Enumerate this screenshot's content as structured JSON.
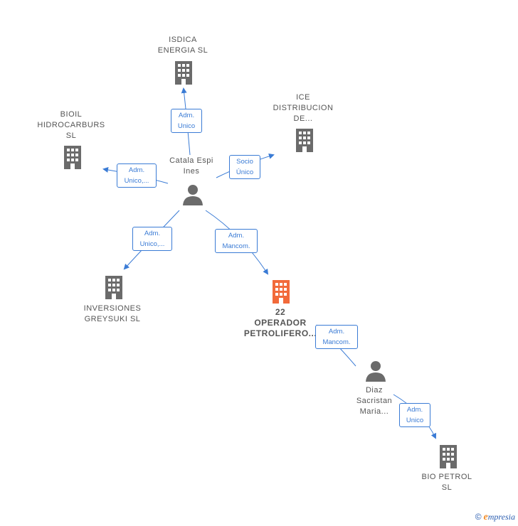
{
  "nodes": {
    "isdica": {
      "line1": "ISDICA",
      "line2": "ENERGIA  SL"
    },
    "ice": {
      "line1": "ICE",
      "line2": "DISTRIBUCION",
      "line3": "DE..."
    },
    "bioil": {
      "line1": "BIOIL",
      "line2": "HIDROCARBURS",
      "line3": "SL"
    },
    "catala": {
      "line1": "Catala Espi",
      "line2": "Ines"
    },
    "inversiones": {
      "line1": "INVERSIONES",
      "line2": "GREYSUKI  SL"
    },
    "operador": {
      "line1": "22",
      "line2": "OPERADOR",
      "line3": "PETROLIFERO..."
    },
    "diaz": {
      "line1": "Diaz",
      "line2": "Sacristan",
      "line3": "Maria..."
    },
    "biopetrol": {
      "line1": "BIO PETROL",
      "line2": "SL"
    }
  },
  "edges": {
    "isdica": {
      "line1": "Adm.",
      "line2": "Unico"
    },
    "ice": {
      "line1": "Socio",
      "line2": "Único"
    },
    "bioil": {
      "line1": "Adm.",
      "line2": "Unico,..."
    },
    "inversiones": {
      "line1": "Adm.",
      "line2": "Unico,..."
    },
    "operador": {
      "line1": "Adm.",
      "line2": "Mancom."
    },
    "diaz_operador": {
      "line1": "Adm.",
      "line2": "Mancom."
    },
    "biopetrol": {
      "line1": "Adm.",
      "line2": "Unico"
    }
  },
  "colors": {
    "edge": "#3a7bd5",
    "company": "#6b6b6b",
    "focus_company": "#f26a3a",
    "person": "#6b6b6b"
  },
  "footer": {
    "copyright": "©",
    "brand_initial": "e",
    "brand_rest": "mpresia"
  }
}
